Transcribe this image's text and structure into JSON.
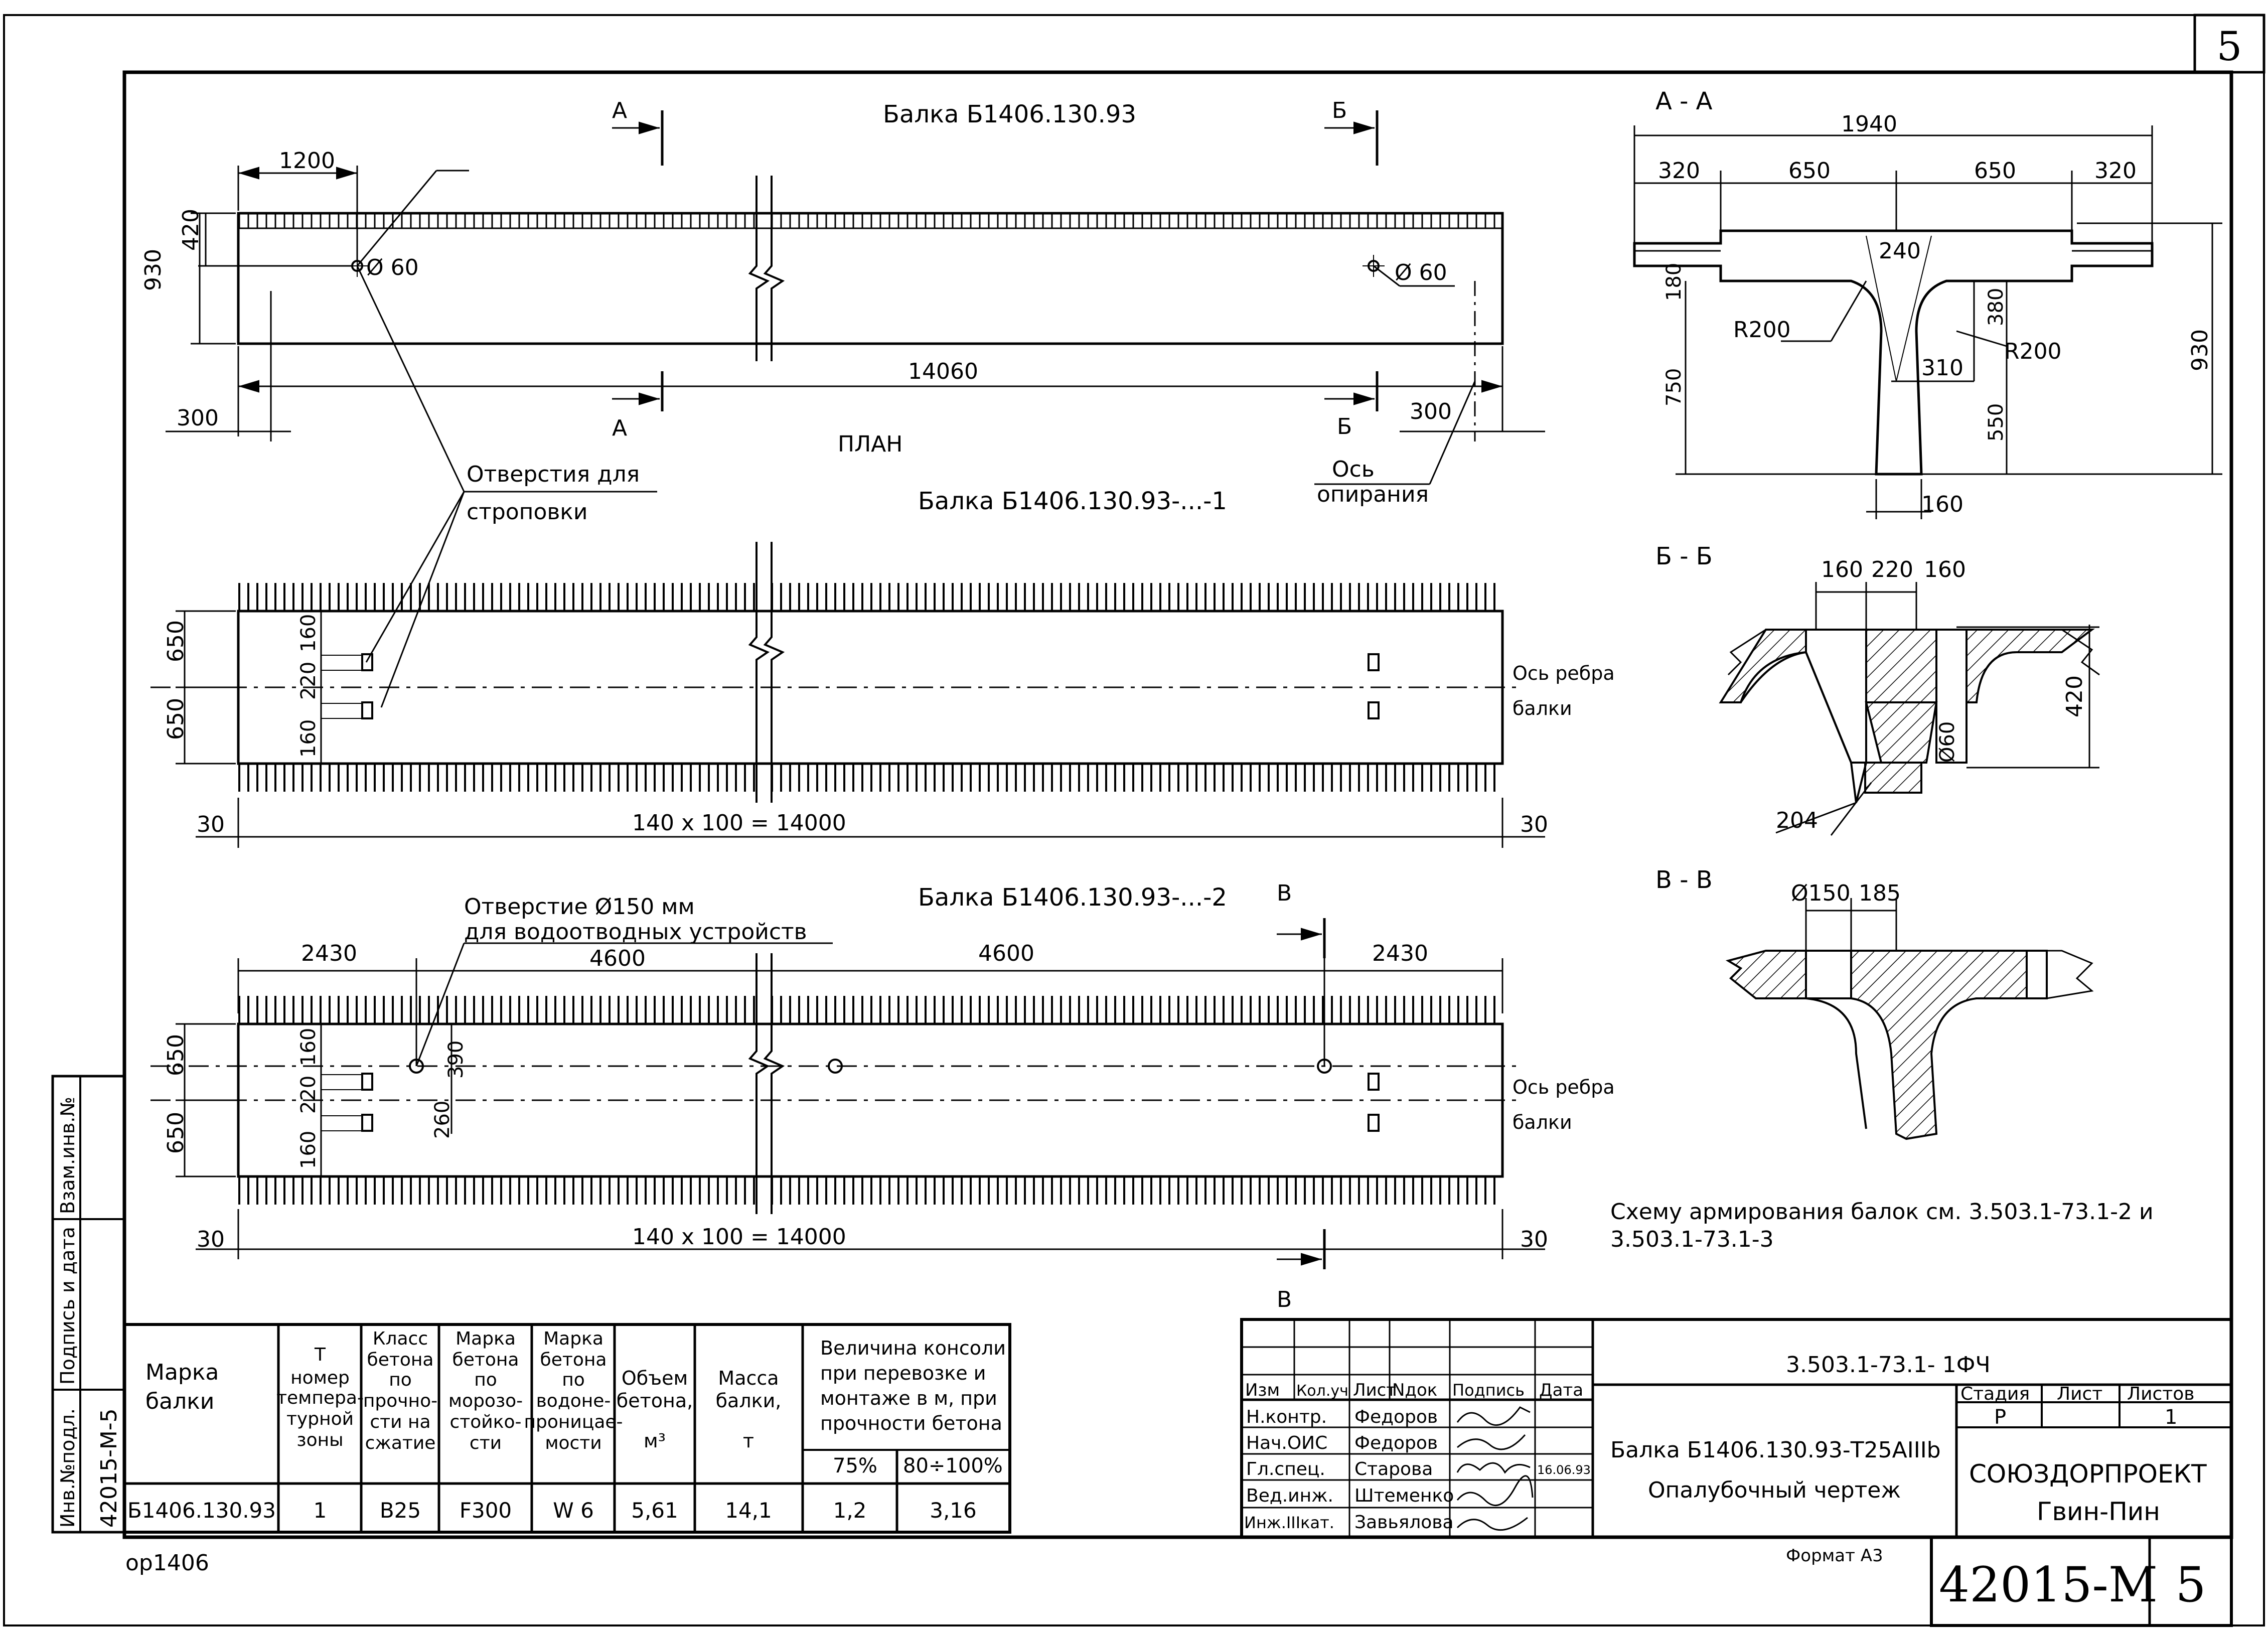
{
  "sheet": {
    "corner_number": "5",
    "format_label": "Формат А3",
    "file_code": "ор1406"
  },
  "plan": {
    "label": "ПЛАН",
    "beam_top": "Балка Б1406.130.93",
    "beam_mid": "Балка Б1406.130.93-...-1",
    "beam_bot": "Балка Б1406.130.93-...-2",
    "dim_1200": "1200",
    "dim_420": "420",
    "dim_930": "930",
    "hole_d60_left": "Ø 60",
    "hole_d60_right": "Ø 60",
    "dim_14060": "14060",
    "dim_300_left": "300",
    "dim_300_right": "300",
    "sec_a_top": "А",
    "sec_a_bot": "А",
    "sec_b_top": "Б",
    "sec_b_bot": "Б",
    "sec_v_top": "В",
    "sec_v_bot": "В",
    "lifting_holes_1": "Отверстия для",
    "lifting_holes_2": "строповки",
    "support_axis_1": "Ось",
    "support_axis_2": "опирания",
    "dim_650_a": "650",
    "dim_650_b": "650",
    "dim_160_a": "160",
    "dim_220_a": "220",
    "dim_160_b": "160",
    "rib_axis_1": "Ось ребра",
    "rib_axis_2": "балки",
    "dim_30_l1": "30",
    "dim_30_r1": "30",
    "dim_14000_1": "140 x 100 = 14000",
    "drain_1": "Отверстие Ø150 мм",
    "drain_2": "для водоотводных устройств",
    "dim_2430_l": "2430",
    "dim_4600_l": "4600",
    "dim_4600_r": "4600",
    "dim_2430_r": "2430",
    "dim_650_c": "650",
    "dim_650_d": "650",
    "dim_160_c": "160",
    "dim_220_c": "220",
    "dim_160_d": "160",
    "dim_390": "390",
    "dim_260": "260",
    "rib_axis_3": "Ось ребра",
    "rib_axis_4": "балки",
    "dim_30_l2": "30",
    "dim_30_r2": "30",
    "dim_14000_2": "140 x 100 = 14000"
  },
  "sections": {
    "aa_title": "А - А",
    "aa_1940": "1940",
    "aa_320_l": "320",
    "aa_650_l": "650",
    "aa_650_r": "650",
    "aa_320_r": "320",
    "aa_240": "240",
    "aa_180": "180",
    "aa_r200_l": "R200",
    "aa_380": "380",
    "aa_r200_r": "R200",
    "aa_310": "310",
    "aa_750": "750",
    "aa_550": "550",
    "aa_930": "930",
    "aa_160": "160",
    "bb_title": "Б - Б",
    "bb_160_l": "160",
    "bb_220": "220",
    "bb_160_r": "160",
    "bb_420": "420",
    "bb_d60": "Ø60",
    "bb_204": "204",
    "vv_title": "В - В",
    "vv_d150": "Ø150",
    "vv_185": "185"
  },
  "note": {
    "line1": "Схему армирования балок см. 3.503.1-73.1-2 и",
    "line2": "3.503.1-73.1-3"
  },
  "spec_table": {
    "headers": {
      "mark": [
        "Марка",
        "балки"
      ],
      "t": [
        "Т",
        "номер",
        "темпера-",
        "турной",
        "зоны"
      ],
      "strength": [
        "Класс",
        "бетона",
        "по",
        "прочно-",
        "сти на",
        "сжатие"
      ],
      "frost": [
        "Марка",
        "бетона",
        "по",
        "морозо-",
        "стойко-",
        "сти"
      ],
      "water": [
        "Марка",
        "бетона",
        "по",
        "водоне-",
        "проницае-",
        "мости"
      ],
      "volume": [
        "Объем",
        "бетона,",
        "м³"
      ],
      "mass": [
        "Масса",
        "балки,",
        "т"
      ],
      "console": [
        "Величина консоли",
        "при перевозке и",
        "монтаже в м, при",
        "прочности бетона"
      ],
      "p75": "75%",
      "p80": "80÷100%"
    },
    "row": {
      "mark": "Б1406.130.93",
      "t": "1",
      "strength": "B25",
      "frost": "F300",
      "water": "W 6",
      "volume": "5,61",
      "mass": "14,1",
      "c75": "1,2",
      "c80": "3,16"
    }
  },
  "side_stamp": {
    "inv_podl_label": "Инв.№подл.",
    "inv_podl_value": "42015-М-5",
    "sign_date_label": "Подпись и дата",
    "vzam_label": "Взам.инв.№"
  },
  "title_block": {
    "doc_code": "3.503.1-73.1- 1ФЧ",
    "head": [
      "Изм",
      "Кол.уч",
      "Лист",
      "Nдок",
      "Подпись",
      "Дата"
    ],
    "roles": [
      {
        "role": "Н.контр.",
        "name": "Федоров",
        "date": ""
      },
      {
        "role": "Нач.ОИС",
        "name": "Федоров",
        "date": ""
      },
      {
        "role": "Гл.спец.",
        "name": "Старова",
        "date": "16.06.93"
      },
      {
        "role": "Вед.инж.",
        "name": "Штеменко",
        "date": ""
      },
      {
        "role": "Инж.IIIкат.",
        "name": "Завьялова",
        "date": ""
      }
    ],
    "title_line1": "Балка Б1406.130.93-Т25АIIIb",
    "title_line2": "Опалубочный чертеж",
    "stage_label": "Стадия",
    "sheet_label": "Лист",
    "sheets_label": "Листов",
    "stage_value": "Р",
    "sheets_value": "1",
    "org_line1": "СОЮЗДОРПРОЕКТ",
    "org_line2": "Гвин-Пин",
    "archive_number": "42015-М",
    "archive_sheet": "5"
  }
}
